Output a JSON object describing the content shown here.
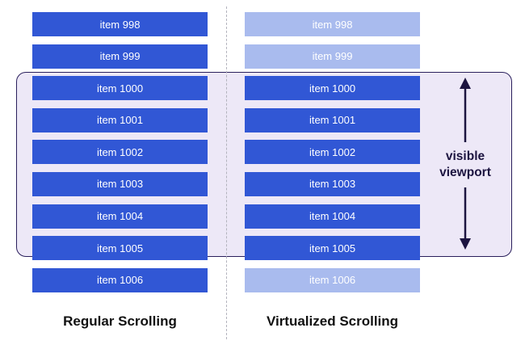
{
  "regular": {
    "label": "Regular Scrolling",
    "items": [
      {
        "label": "item 998",
        "rendered": true
      },
      {
        "label": "item 999",
        "rendered": true
      },
      {
        "label": "item 1000",
        "rendered": true
      },
      {
        "label": "item 1001",
        "rendered": true
      },
      {
        "label": "item 1002",
        "rendered": true
      },
      {
        "label": "item 1003",
        "rendered": true
      },
      {
        "label": "item 1004",
        "rendered": true
      },
      {
        "label": "item 1005",
        "rendered": true
      },
      {
        "label": "item 1006",
        "rendered": true
      }
    ]
  },
  "virtualized": {
    "label": "Virtualized Scrolling",
    "items": [
      {
        "label": "item 998",
        "rendered": false
      },
      {
        "label": "item 999",
        "rendered": false
      },
      {
        "label": "item 1000",
        "rendered": true
      },
      {
        "label": "item 1001",
        "rendered": true
      },
      {
        "label": "item 1002",
        "rendered": true
      },
      {
        "label": "item 1003",
        "rendered": true
      },
      {
        "label": "item 1004",
        "rendered": true
      },
      {
        "label": "item 1005",
        "rendered": true
      },
      {
        "label": "item 1006",
        "rendered": false
      }
    ]
  },
  "viewport": {
    "label_line1": "visible",
    "label_line2": "viewport"
  },
  "colors": {
    "item_solid": "#3157d5",
    "item_faded": "#a9bbee",
    "viewport_fill": "#ede8f7",
    "viewport_border": "#2a1f5c",
    "arrow": "#1c1440"
  }
}
